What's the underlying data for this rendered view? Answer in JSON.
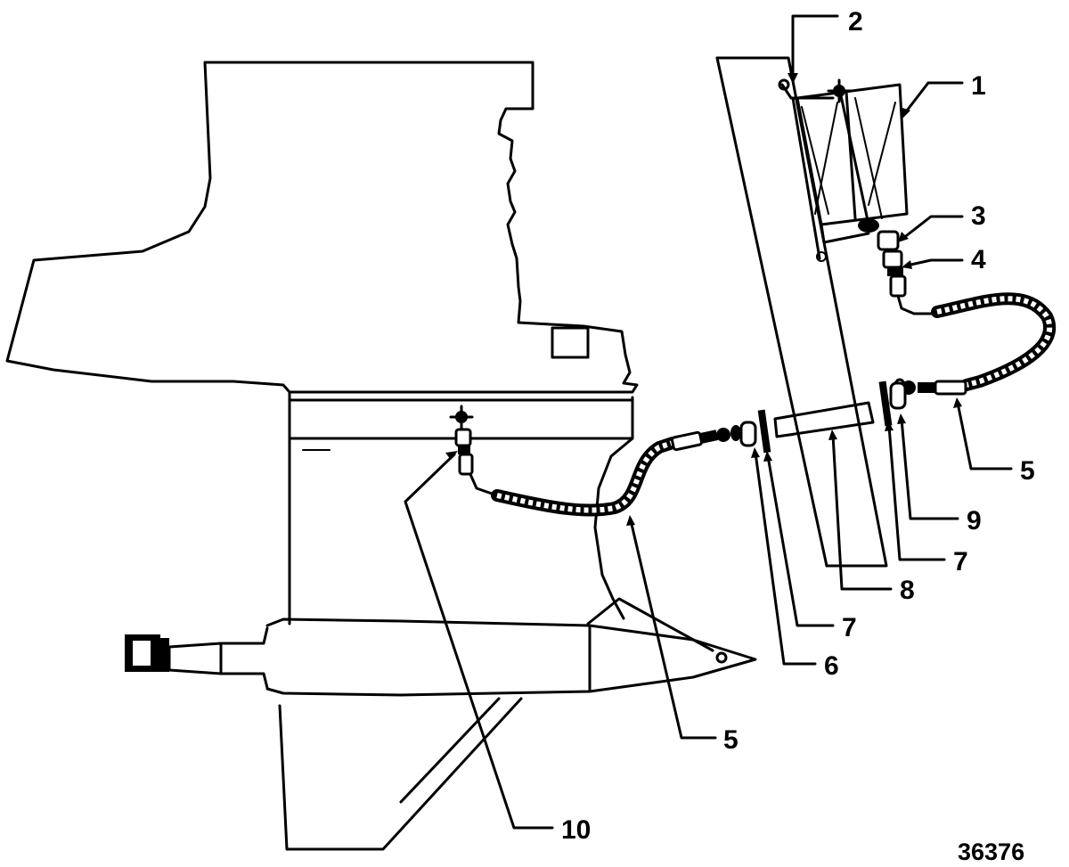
{
  "callouts": {
    "c1": "1",
    "c2": "2",
    "c3": "3",
    "c4": "4",
    "c5_upper": "5",
    "c5_lower": "5",
    "c6": "6",
    "c7_lower": "7",
    "c7_upper": "7",
    "c8": "8",
    "c9": "9",
    "c10": "10"
  },
  "figure_number": "36376"
}
